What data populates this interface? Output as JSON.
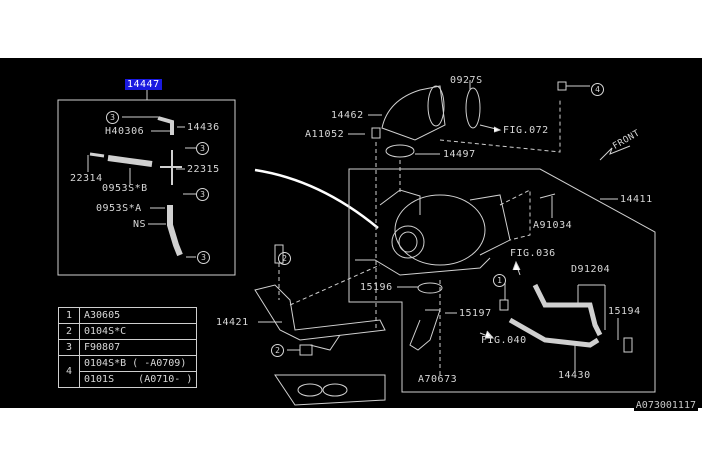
{
  "title_part": "14447",
  "hose_kit_labels": {
    "h40306": "H40306",
    "p14436": "14436",
    "p22315": "22315",
    "p22314": "22314",
    "b0953sb": "0953S*B",
    "b0953sa": "0953S*A",
    "ns": "NS"
  },
  "callouts": {
    "one": "1",
    "two": "2",
    "three": "3",
    "four": "4"
  },
  "legend": [
    {
      "num": "1",
      "part": "A30605"
    },
    {
      "num": "2",
      "part": "0104S*C"
    },
    {
      "num": "3",
      "part": "F90807"
    },
    {
      "num": "4",
      "part": "0104S*B ( -A0709)",
      "part2": "0101S    (A0710- )"
    }
  ],
  "main_labels": {
    "p0927s": "0927S",
    "p14462": "14462",
    "a11052": "A11052",
    "fig072": "FIG.072",
    "p14497": "14497",
    "front": "FRONT",
    "p14411": "14411",
    "a91034": "A91034",
    "fig036": "FIG.036",
    "d91204": "D91204",
    "p15196": "15196",
    "p15197": "15197",
    "p15194": "15194",
    "fig040": "FIG.040",
    "a70673": "A70673",
    "p14430": "14430",
    "p14421": "14421"
  },
  "figure_id": "A073001117"
}
